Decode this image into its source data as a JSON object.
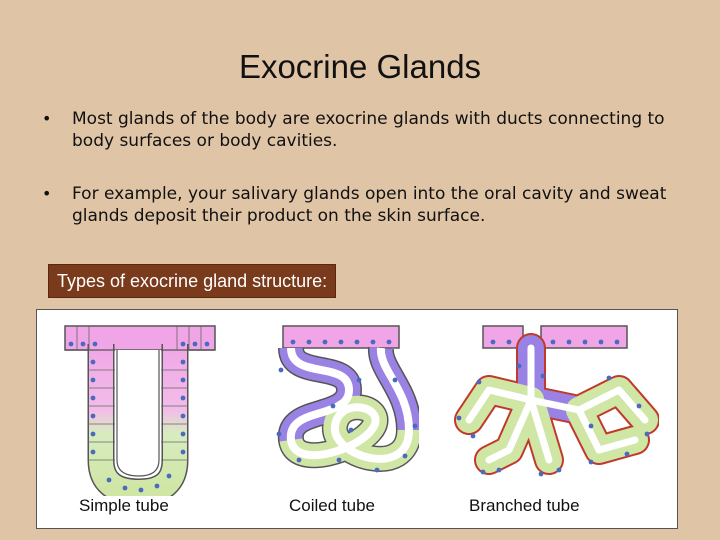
{
  "title": "Exocrine Glands",
  "bullets": [
    "Most glands of the body are exocrine glands with ducts connecting to body surfaces or body cavities.",
    "For example, your salivary glands open into the oral cavity and sweat glands deposit their product on the skin surface."
  ],
  "bullet_symbol": "•",
  "types_label": "Types of exocrine gland structure:",
  "diagrams": [
    {
      "caption": "Simple tube"
    },
    {
      "caption": "Coiled tube"
    },
    {
      "caption": "Branched tube"
    }
  ],
  "colors": {
    "background": "#e0c4a6",
    "label_bg": "#7a3a1c",
    "duct_pink": "#f0a6e6",
    "coil_purple": "#9a82e4",
    "secretory_green": "#cfe6a4",
    "nucleus_blue": "#4a6ac0"
  }
}
